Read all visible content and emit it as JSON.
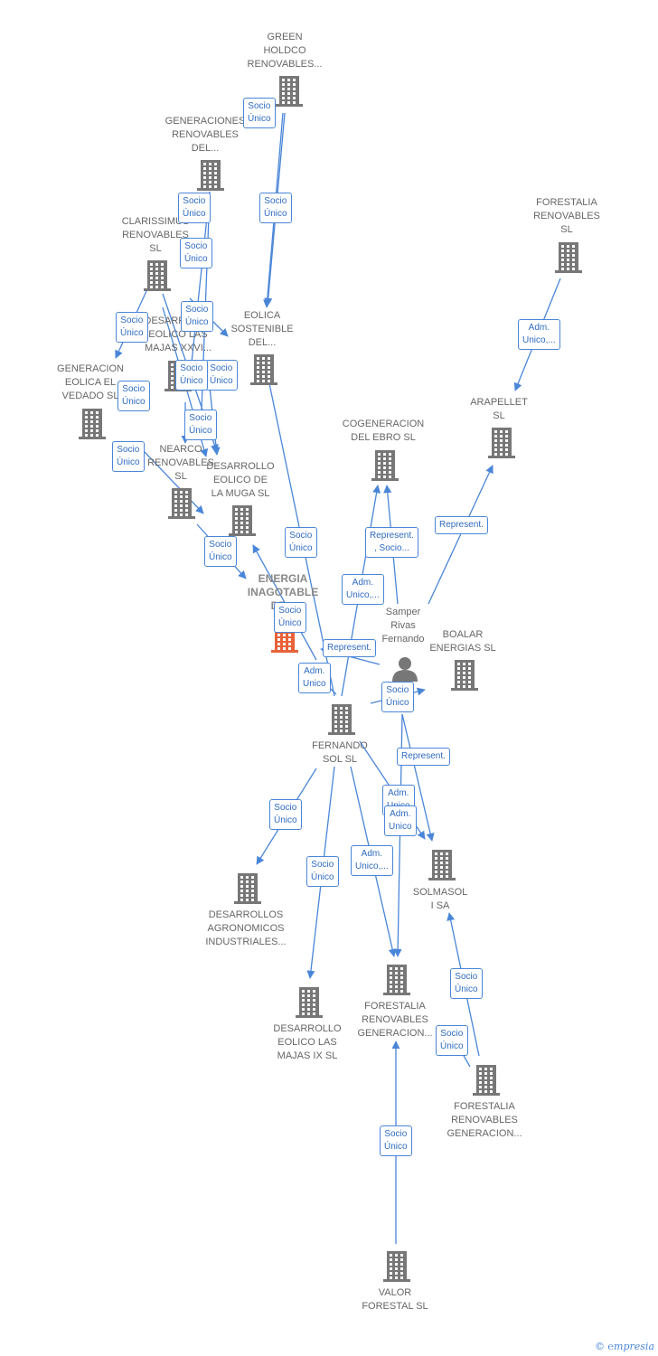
{
  "colors": {
    "edge": "#4a86d8",
    "node": "#777777",
    "focus": "#e8623a"
  },
  "nodes": [
    {
      "id": "green",
      "label": "GREEN\nHOLDCO\nRENOVABLES...",
      "icon": "building-icon"
    },
    {
      "id": "genren",
      "label": "GENERACIONES\nRENOVABLES\nDEL...",
      "icon": "building-icon"
    },
    {
      "id": "clar",
      "label": "CLARISSIMUS\nRENOVABLES\nSL",
      "icon": "building-icon"
    },
    {
      "id": "desmaj",
      "label": "DESARROLLO\nEOLICO LAS\nMAJAS XXVI...",
      "icon": "building-icon"
    },
    {
      "id": "eolsos",
      "label": "EOLICA\nSOSTENIBLE\nDEL...",
      "icon": "building-icon"
    },
    {
      "id": "geneol",
      "label": "GENERACION\nEOLICA EL\nVEDADO SL",
      "icon": "building-icon"
    },
    {
      "id": "nearco",
      "label": "NEARCO\nRENOVABLES\nSL",
      "icon": "building-icon"
    },
    {
      "id": "desmuga",
      "label": "DESARROLLO\nEOLICO DE\nLA MUGA SL",
      "icon": "building-icon"
    },
    {
      "id": "forest",
      "label": "FORESTALIA\nRENOVABLES\nSL",
      "icon": "building-icon"
    },
    {
      "id": "arap",
      "label": "ARAPELLET\nSL",
      "icon": "building-icon"
    },
    {
      "id": "cogen",
      "label": "COGENERACION\nDEL EBRO  SL",
      "icon": "building-icon"
    },
    {
      "id": "energia",
      "label": "ENERGIA\nINAGOTABLE\nDE...",
      "icon": "building-icon"
    },
    {
      "id": "samper",
      "label": "Samper\nRivas\nFernando",
      "icon": "person-icon"
    },
    {
      "id": "boalar",
      "label": "BOALAR\nENERGIAS  SL",
      "icon": "building-icon"
    },
    {
      "id": "fernando",
      "label": "FERNANDO\nSOL SL",
      "icon": "building-icon"
    },
    {
      "id": "desagro",
      "label": "DESARROLLOS\nAGRONOMICOS\nINDUSTRIALES...",
      "icon": "building-icon"
    },
    {
      "id": "solmasol",
      "label": "SOLMASOL\nI SA",
      "icon": "building-icon"
    },
    {
      "id": "desmaj9",
      "label": "DESARROLLO\nEOLICO LAS\nMAJAS IX  SL",
      "icon": "building-icon"
    },
    {
      "id": "forgen1",
      "label": "FORESTALIA\nRENOVABLES\nGENERACION...",
      "icon": "building-icon"
    },
    {
      "id": "forgen2",
      "label": "FORESTALIA\nRENOVABLES\nGENERACION...",
      "icon": "building-icon"
    },
    {
      "id": "valor",
      "label": "VALOR\nFORESTAL SL",
      "icon": "building-icon"
    }
  ],
  "edge_labels": [
    "Socio\nÚnico",
    "Socio\nÚnico",
    "Socio\nÚnico",
    "Socio\nÚnico",
    "Socio\nÚnico",
    "Socio\nÚnico",
    "Socio\nÚnico",
    "Socio\nÚnico",
    "Socio\nÚnico",
    "Socio\nÚnico",
    "Socio\nÚnico",
    "Socio\nÚnico",
    "Adm.\nUnico,...",
    "Socio\nÚnico",
    "Represent.",
    "Represent.\n, Socio...",
    "Adm.\nUnico,...",
    "Socio\nÚnico",
    "Represent.",
    "Adm.\nUnico",
    "Socio\nÚnico",
    "Represent.",
    "Adm.\nUnico",
    "Adm.\nUnico",
    "Socio\nÚnico",
    "Socio\nÚnico",
    "Adm.\nUnico,...",
    "Socio\nÚnico",
    "Socio\nÚnico",
    "Socio\nÚnico"
  ],
  "copyright": "© ℮mpresia"
}
